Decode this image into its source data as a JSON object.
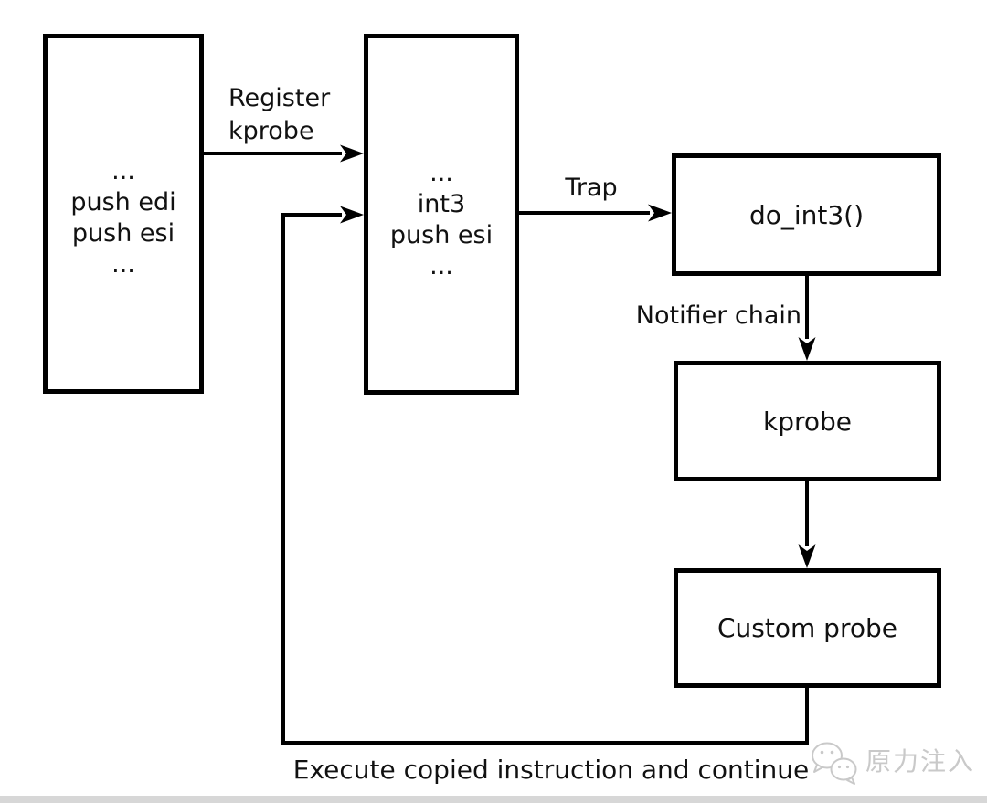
{
  "diagram": {
    "title_semantics": "kprobe trap flow diagram",
    "boxes": {
      "original_code": {
        "lines": [
          "...",
          "push edi",
          "push esi",
          "..."
        ]
      },
      "instrumented_code": {
        "lines": [
          "...",
          "int3",
          "push esi",
          "..."
        ]
      },
      "do_int3": {
        "label": "do_int3()"
      },
      "kprobe": {
        "label": "kprobe"
      },
      "custom_probe": {
        "label": "Custom probe"
      }
    },
    "labels": {
      "register_kprobe": "Register\nkprobe",
      "trap": "Trap",
      "notifier_chain": "Notifier chain",
      "execute_continue": "Execute copied instruction and continue"
    },
    "colors": {
      "line": "#000000",
      "background": "#ffffff",
      "text": "#111111",
      "watermark": "#c9c9c9",
      "bottom_bar": "#d7d7d7"
    }
  },
  "watermark": {
    "text": "原力注入",
    "icon": "wechat-chat-bubbles-icon"
  }
}
